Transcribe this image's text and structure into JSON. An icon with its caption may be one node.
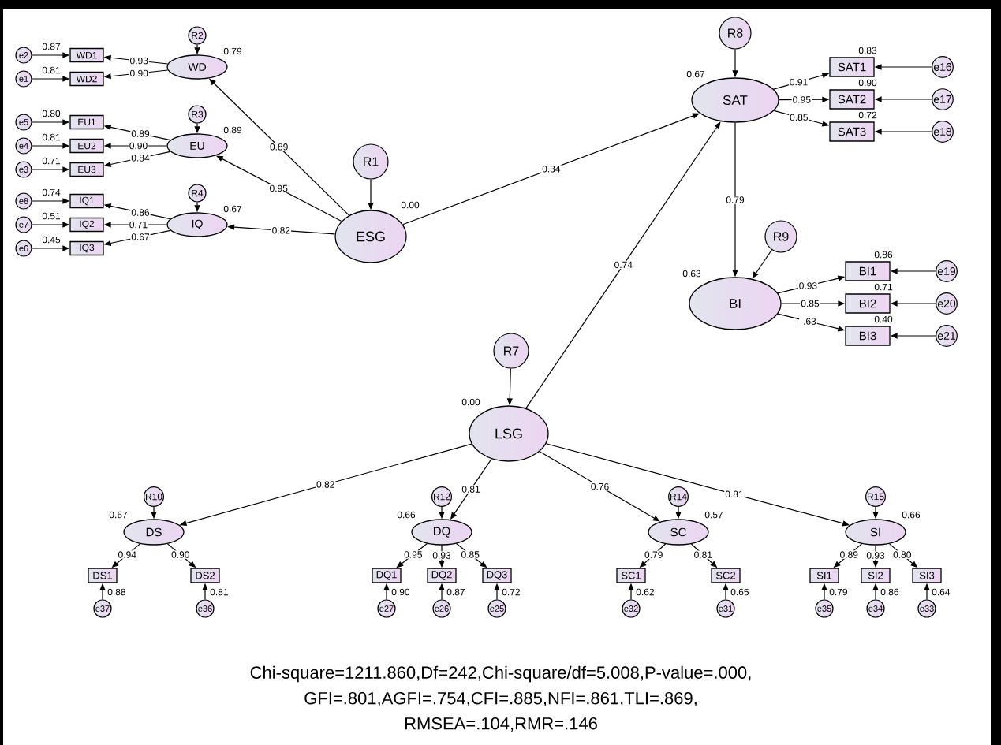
{
  "diagram": {
    "nodes": [
      {
        "text": [
          "WD"
        ],
        "beside": [
          "0.79"
        ]
      },
      {
        "text": [
          "R2"
        ]
      },
      {
        "text": [
          "WD1"
        ],
        "beside": [
          "0.87"
        ]
      },
      {
        "text": [
          "WD2"
        ],
        "beside": [
          "0.81"
        ]
      },
      {
        "text": [
          "e2"
        ]
      },
      {
        "text": [
          "e1"
        ]
      },
      {
        "text": [
          "EU"
        ],
        "beside": [
          "0.89"
        ]
      },
      {
        "text": [
          "R3"
        ]
      },
      {
        "text": [
          "EU1"
        ],
        "beside": [
          "0.80"
        ]
      },
      {
        "text": [
          "EU2"
        ],
        "beside": [
          "0.81"
        ]
      },
      {
        "text": [
          "EU3"
        ],
        "beside": [
          "0.71"
        ]
      },
      {
        "text": [
          "e5"
        ]
      },
      {
        "text": [
          "e4"
        ]
      },
      {
        "text": [
          "e3"
        ]
      },
      {
        "text": [
          "IQ"
        ],
        "beside": [
          "0.67"
        ]
      },
      {
        "text": [
          "R4"
        ]
      },
      {
        "text": [
          "IQ1"
        ],
        "beside": [
          "0.74"
        ]
      },
      {
        "text": [
          "IQ2"
        ],
        "beside": [
          "0.51"
        ]
      },
      {
        "text": [
          "IQ3"
        ],
        "beside": [
          "0.45"
        ]
      },
      {
        "text": [
          "e8"
        ]
      },
      {
        "text": [
          "e7"
        ]
      },
      {
        "text": [
          "e6"
        ]
      },
      {
        "text": [
          "R1"
        ]
      },
      {
        "text": [
          "ESG"
        ],
        "beside": [
          "0.00"
        ]
      },
      {
        "text": [
          "R8"
        ]
      },
      {
        "text": [
          "SAT"
        ],
        "beside": [
          "0.67"
        ]
      },
      {
        "text": [
          "SAT1"
        ],
        "beside": [
          "0.83"
        ]
      },
      {
        "text": [
          "SAT2"
        ],
        "beside": [
          "0.90"
        ]
      },
      {
        "text": [
          "SAT3"
        ],
        "beside": [
          "0.72"
        ]
      },
      {
        "text": [
          "e16"
        ]
      },
      {
        "text": [
          "e17"
        ]
      },
      {
        "text": [
          "e18"
        ]
      },
      {
        "text": [
          "R9"
        ]
      },
      {
        "text": [
          "BI"
        ],
        "beside": [
          "0.63"
        ]
      },
      {
        "text": [
          "BI1"
        ],
        "beside": [
          "0.86"
        ]
      },
      {
        "text": [
          "BI2"
        ],
        "beside": [
          "0.71"
        ]
      },
      {
        "text": [
          "BI3"
        ],
        "beside": [
          "0.40"
        ]
      },
      {
        "text": [
          "e19"
        ]
      },
      {
        "text": [
          "e20"
        ]
      },
      {
        "text": [
          "e21"
        ]
      },
      {
        "text": [
          "R7"
        ]
      },
      {
        "text": [
          "LSG"
        ],
        "beside": [
          "0.00"
        ]
      },
      {
        "text": [
          "R10"
        ]
      },
      {
        "text": [
          "DS"
        ],
        "beside": [
          "0.67"
        ]
      },
      {
        "text": [
          "DS1"
        ],
        "beside": [
          "0.88"
        ]
      },
      {
        "text": [
          "DS2"
        ],
        "beside": [
          "0.81"
        ]
      },
      {
        "text": [
          "e37"
        ]
      },
      {
        "text": [
          "e36"
        ]
      },
      {
        "text": [
          "R12"
        ]
      },
      {
        "text": [
          "DQ"
        ],
        "beside": [
          "0.66"
        ]
      },
      {
        "text": [
          "DQ1"
        ],
        "beside": [
          "0.90"
        ]
      },
      {
        "text": [
          "DQ2"
        ],
        "beside": [
          "0.87"
        ]
      },
      {
        "text": [
          "DQ3"
        ],
        "beside": [
          "0.72"
        ]
      },
      {
        "text": [
          "e27"
        ]
      },
      {
        "text": [
          "e26"
        ]
      },
      {
        "text": [
          "e25"
        ]
      },
      {
        "text": [
          "R14"
        ]
      },
      {
        "text": [
          "SC"
        ],
        "beside": [
          "0.57"
        ]
      },
      {
        "text": [
          "SC1"
        ],
        "beside": [
          "0.62"
        ]
      },
      {
        "text": [
          "SC2"
        ],
        "beside": [
          "0.65"
        ]
      },
      {
        "text": [
          "e32"
        ]
      },
      {
        "text": [
          "e31"
        ]
      },
      {
        "text": [
          "R15"
        ]
      },
      {
        "text": [
          "SI"
        ],
        "beside": [
          "0.66"
        ]
      },
      {
        "text": [
          "SI1"
        ],
        "beside": [
          "0.79"
        ]
      },
      {
        "text": [
          "SI2"
        ],
        "beside": [
          "0.86"
        ]
      },
      {
        "text": [
          "SI3"
        ],
        "beside": [
          "0.64"
        ]
      },
      {
        "text": [
          "e35"
        ]
      },
      {
        "text": [
          "e34"
        ]
      },
      {
        "text": [
          "e33"
        ]
      }
    ],
    "edges": [
      {
        "from": 1,
        "to": 0,
        "arrow": "to"
      },
      {
        "from": 0,
        "to": 2,
        "arrow": "to",
        "label": "0.93"
      },
      {
        "from": 0,
        "to": 3,
        "arrow": "to",
        "label": "0.90"
      },
      {
        "from": 4,
        "to": 2,
        "arrow": "to"
      },
      {
        "from": 5,
        "to": 3,
        "arrow": "to"
      },
      {
        "from": 7,
        "to": 6,
        "arrow": "to"
      },
      {
        "from": 6,
        "to": 8,
        "arrow": "to",
        "label": "0.89"
      },
      {
        "from": 6,
        "to": 9,
        "arrow": "to",
        "label": "0.90"
      },
      {
        "from": 6,
        "to": 10,
        "arrow": "to",
        "label": "0.84"
      },
      {
        "from": 11,
        "to": 8,
        "arrow": "to"
      },
      {
        "from": 12,
        "to": 9,
        "arrow": "to"
      },
      {
        "from": 13,
        "to": 10,
        "arrow": "to"
      },
      {
        "from": 15,
        "to": 14,
        "arrow": "to"
      },
      {
        "from": 14,
        "to": 16,
        "arrow": "to",
        "label": "0.86"
      },
      {
        "from": 14,
        "to": 17,
        "arrow": "to",
        "label": "0.71"
      },
      {
        "from": 14,
        "to": 18,
        "arrow": "to",
        "label": "0.67"
      },
      {
        "from": 19,
        "to": 16,
        "arrow": "to"
      },
      {
        "from": 20,
        "to": 17,
        "arrow": "to"
      },
      {
        "from": 21,
        "to": 18,
        "arrow": "to"
      },
      {
        "from": 22,
        "to": 23,
        "arrow": "to"
      },
      {
        "from": 23,
        "to": 0,
        "arrow": "to",
        "label": "0.89"
      },
      {
        "from": 23,
        "to": 6,
        "arrow": "to",
        "label": "0.95"
      },
      {
        "from": 23,
        "to": 14,
        "arrow": "to",
        "label": "0.82"
      },
      {
        "from": 23,
        "to": 25,
        "arrow": "to",
        "label": "0.34"
      },
      {
        "from": 24,
        "to": 25,
        "arrow": "to"
      },
      {
        "from": 25,
        "to": 26,
        "arrow": "to",
        "label": "0.91"
      },
      {
        "from": 25,
        "to": 27,
        "arrow": "to",
        "label": "0.95"
      },
      {
        "from": 25,
        "to": 28,
        "arrow": "to",
        "label": "0.85"
      },
      {
        "from": 29,
        "to": 26,
        "arrow": "to"
      },
      {
        "from": 30,
        "to": 27,
        "arrow": "to"
      },
      {
        "from": 31,
        "to": 28,
        "arrow": "to"
      },
      {
        "from": 25,
        "to": 33,
        "arrow": "to",
        "label": "0.79"
      },
      {
        "from": 32,
        "to": 33,
        "arrow": "to"
      },
      {
        "from": 33,
        "to": 34,
        "arrow": "to",
        "label": "0.93"
      },
      {
        "from": 33,
        "to": 35,
        "arrow": "to",
        "label": "0.85"
      },
      {
        "from": 33,
        "to": 36,
        "arrow": "to",
        "label": "-.63"
      },
      {
        "from": 37,
        "to": 34,
        "arrow": "to"
      },
      {
        "from": 38,
        "to": 35,
        "arrow": "to"
      },
      {
        "from": 39,
        "to": 36,
        "arrow": "to"
      },
      {
        "from": 40,
        "to": 41,
        "arrow": "to"
      },
      {
        "from": 41,
        "to": 25,
        "arrow": "to",
        "label": "0.74"
      },
      {
        "from": 41,
        "to": 43,
        "arrow": "to",
        "label": "0.82"
      },
      {
        "from": 42,
        "to": 43,
        "arrow": "to"
      },
      {
        "from": 43,
        "to": 44,
        "arrow": "to",
        "label": "0.94"
      },
      {
        "from": 43,
        "to": 45,
        "arrow": "to",
        "label": "0.90"
      },
      {
        "from": 46,
        "to": 44,
        "arrow": "to"
      },
      {
        "from": 47,
        "to": 45,
        "arrow": "to"
      },
      {
        "from": 41,
        "to": 49,
        "arrow": "to",
        "label": "0.81"
      },
      {
        "from": 48,
        "to": 49,
        "arrow": "to"
      },
      {
        "from": 49,
        "to": 50,
        "arrow": "to",
        "label": "0.95"
      },
      {
        "from": 49,
        "to": 51,
        "arrow": "to",
        "label": "0.93"
      },
      {
        "from": 49,
        "to": 52,
        "arrow": "to",
        "label": "0.85"
      },
      {
        "from": 53,
        "to": 50,
        "arrow": "to"
      },
      {
        "from": 54,
        "to": 51,
        "arrow": "to"
      },
      {
        "from": 55,
        "to": 52,
        "arrow": "to"
      },
      {
        "from": 41,
        "to": 57,
        "arrow": "to",
        "label": "0.76"
      },
      {
        "from": 56,
        "to": 57,
        "arrow": "to"
      },
      {
        "from": 57,
        "to": 58,
        "arrow": "to",
        "label": "0.79"
      },
      {
        "from": 57,
        "to": 59,
        "arrow": "to",
        "label": "0.81"
      },
      {
        "from": 60,
        "to": 58,
        "arrow": "to"
      },
      {
        "from": 61,
        "to": 59,
        "arrow": "to"
      },
      {
        "from": 41,
        "to": 63,
        "arrow": "to",
        "label": "0.81"
      },
      {
        "from": 62,
        "to": 63,
        "arrow": "to"
      },
      {
        "from": 63,
        "to": 64,
        "arrow": "to",
        "label": "0.89"
      },
      {
        "from": 63,
        "to": 65,
        "arrow": "to",
        "label": "0.93"
      },
      {
        "from": 63,
        "to": 66,
        "arrow": "to",
        "label": "0.80"
      },
      {
        "from": 67,
        "to": 64,
        "arrow": "to"
      },
      {
        "from": 68,
        "to": 65,
        "arrow": "to"
      },
      {
        "from": 69,
        "to": 66,
        "arrow": "to"
      }
    ],
    "labels": [
      "Chi-square=1211.860,Df=242,Chi-square/df=5.008,P-value=.000,",
      "GFI=.801,AGFI=.754,CFI=.885,NFI=.861,TLI=.869,",
      "RMSEA=.104,RMR=.146"
    ]
  }
}
